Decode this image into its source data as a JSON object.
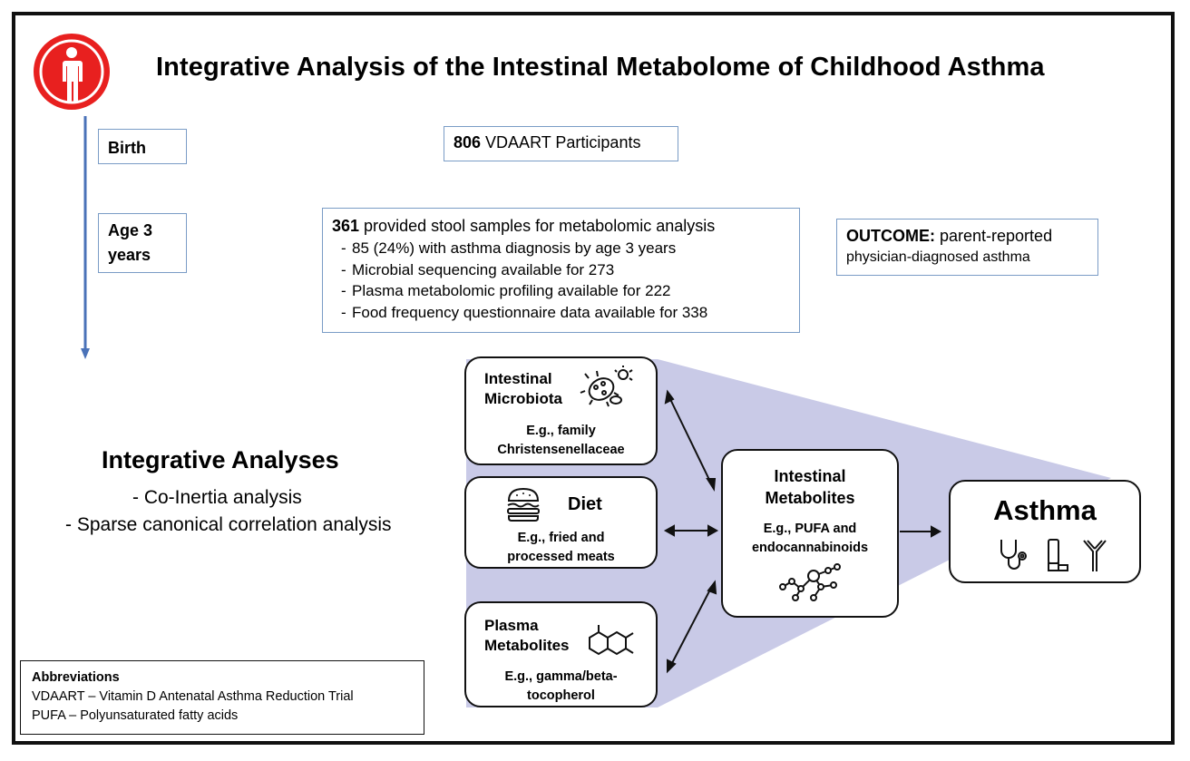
{
  "title": "Integrative Analysis of the Intestinal Metabolome of Childhood Asthma",
  "icons": [
    "person-icon",
    "bacteria-icon",
    "burger-icon",
    "molecule-icon",
    "stethoscope-icon",
    "inhaler-icon",
    "antibody-icon"
  ],
  "colors": {
    "badge_red": "#e8201f",
    "timeline_blue": "#4a72b8",
    "box_border_blue": "#7a9cc6",
    "wedge_fill": "#c9cae7"
  },
  "timeline": {
    "stages": [
      {
        "label": "Birth"
      },
      {
        "label_line1": "Age 3",
        "label_line2": "years"
      }
    ]
  },
  "participants": {
    "count": "806",
    "text": " VDAART Participants"
  },
  "samples": {
    "count": "361",
    "text": " provided stool samples for metabolomic analysis",
    "items": [
      "85 (24%) with asthma diagnosis by age 3 years",
      "Microbial sequencing available for 273",
      "Plasma metabolomic profiling available for 222",
      "Food frequency questionnaire data available for 338"
    ]
  },
  "outcome": {
    "label": "OUTCOME:",
    "text": " parent-reported",
    "line2": "physician-diagnosed asthma"
  },
  "nodes": {
    "microbiota": {
      "title1": "Intestinal",
      "title2": "Microbiota",
      "ex1": "E.g., family",
      "ex2": "Christensenellaceae"
    },
    "diet": {
      "title": "Diet",
      "ex1": "E.g., fried and",
      "ex2": "processed meats"
    },
    "plasma": {
      "title1": "Plasma",
      "title2": "Metabolites",
      "ex1": "E.g., gamma/beta-",
      "ex2": "tocopherol"
    },
    "intestinal_metabolites": {
      "title1": "Intestinal",
      "title2": "Metabolites",
      "ex1": "E.g., PUFA and",
      "ex2": "endocannabinoids"
    },
    "asthma": {
      "title": "Asthma"
    }
  },
  "integrative": {
    "title": "Integrative Analyses",
    "items": [
      "- Co-Inertia analysis",
      "- Sparse canonical correlation analysis"
    ]
  },
  "abbreviations": {
    "heading": "Abbreviations",
    "lines": [
      "VDAART – Vitamin D Antenatal Asthma Reduction Trial",
      "PUFA – Polyunsaturated fatty acids"
    ]
  }
}
